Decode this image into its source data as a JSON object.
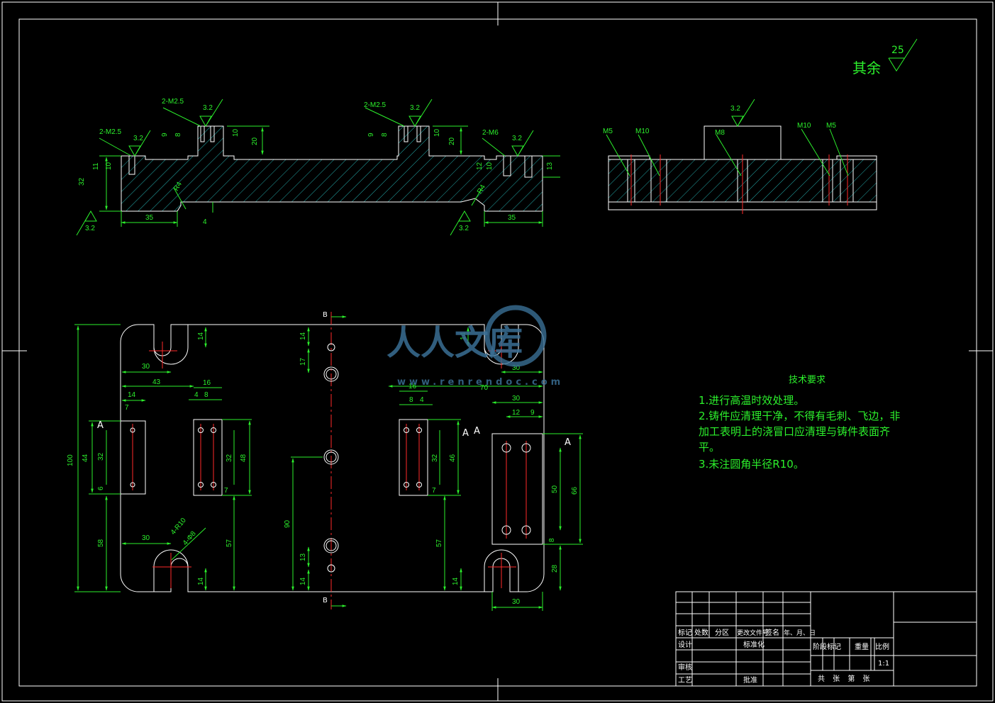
{
  "roughness": {
    "label": "其余",
    "value": "25"
  },
  "section_labels": {
    "m2_5_left": "2-M2.5",
    "m2_5_mid_top": "2-M2.5",
    "m2_5_mid": "2-M2.5",
    "m6": "2-M6",
    "ra_32": "3.2",
    "r4": "R4",
    "m5": "M5",
    "m10": "M10",
    "m8": "M8",
    "section_a": "A",
    "section_b": "B",
    "r10": "4-R10",
    "d8": "4-Φ8"
  },
  "dims": {
    "d35": "35",
    "d4": "4",
    "d32": "32",
    "d11": "11",
    "d10": "10",
    "d9": "9",
    "d8": "8",
    "d20": "20",
    "d12": "12",
    "d13": "13",
    "d100": "100",
    "d30": "30",
    "d14": "14",
    "d43": "43",
    "d16": "16",
    "d7": "7",
    "d44": "44",
    "d6": "6",
    "d58": "58",
    "d48": "48",
    "d57": "57",
    "d90": "90",
    "d17": "17",
    "d70": "70",
    "d46": "46",
    "d50": "50",
    "d66": "66",
    "d28": "28"
  },
  "tech_requirements": {
    "title": "技术要求",
    "items": [
      "1.进行高温时效处理。",
      "2.铸件应清理干净，不得有毛刺、飞边，非",
      "加工表明上的浇冒口应清理与铸件表面齐",
      "平。",
      "3.未注圆角半径R10。"
    ]
  },
  "title_block": {
    "row1": [
      "标记",
      "处数",
      "分区",
      "更改文件号",
      "签名",
      "年、月、日"
    ],
    "design": "设计",
    "standardize": "标准化",
    "stage_mark": "阶段标记",
    "weight": "重量",
    "scale_label": "比例",
    "scale": "1:1",
    "review": "审核",
    "process": "工艺",
    "approve": "批准",
    "sheets": "共  张  第  张"
  },
  "watermark": {
    "text": "人人文库",
    "url": "www.renrendoc.com"
  }
}
